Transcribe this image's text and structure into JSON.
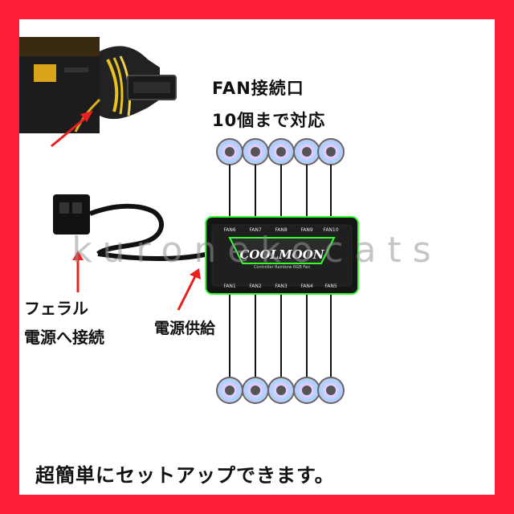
{
  "labels": {
    "fan_port_line1": "FAN接続口",
    "fan_port_line2": "10個まで対応",
    "ferrule_line1": "フェラル",
    "ferrule_line2": "電源へ接続",
    "power_supply": "電源供給",
    "bottom_caption": "超簡単にセットアップできます。"
  },
  "hub": {
    "brand": "COOLMOON",
    "subtitle": "Controller Rainbow RGB Fan",
    "top_ports": [
      "FAN6",
      "FAN7",
      "FAN8",
      "FAN9",
      "FAN10"
    ],
    "bottom_ports": [
      "FAN1",
      "FAN2",
      "FAN3",
      "FAN4",
      "FAN5"
    ]
  },
  "watermark": "kuronekocats",
  "colors": {
    "frame": "#ff1f3a",
    "arrow": "#e8201f",
    "hub_accent": "#33ff33"
  }
}
